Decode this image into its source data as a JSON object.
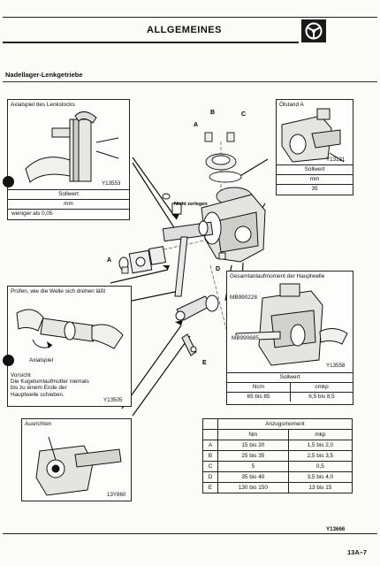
{
  "header": {
    "title": "ALLGEMEINES",
    "section_title": "Nadellager-Lenkgetriebe"
  },
  "box_axial": {
    "title": "Axialspiel des Lenkstocks",
    "figure_code": "Y13553",
    "spec_label": "Sollwert",
    "unit": "mm",
    "value": "weniger als 0,05"
  },
  "box_oil": {
    "title": "Ölstand A",
    "figure_code": "Y13131",
    "spec_label": "Sollwert",
    "unit": "mm",
    "value": "35"
  },
  "box_check": {
    "title": "Prüfen, wie die Welle sich drehen läßt",
    "label_axial": "Axialspiel",
    "caution_title": "Vorsicht",
    "caution_text": "Die Kugelumlaufmutter niemals bis zu einem Ende der Hauptwelle schieben.",
    "figure_code": "Y13505"
  },
  "box_start_torque": {
    "title": "Gesamtanlaufmoment der Hauptwelle",
    "tool_1": "MB990228",
    "tool_2": "MB990685",
    "figure_code": "Y13558",
    "spec_label": "Sollwert",
    "unit_nm": "Ncm",
    "unit_kp": "cmkp",
    "value_nm": "65 bis 85",
    "value_kp": "6,5 bis 8,5"
  },
  "box_align": {
    "title": "Ausrichten",
    "figure_code": "13Y860"
  },
  "torque": {
    "title": "Anzugsmoment",
    "col_nm": "Nm",
    "col_mkp": "mkp",
    "rows": [
      {
        "key": "A",
        "nm": "15 bis 20",
        "mkp": "1,5 bis 2,0"
      },
      {
        "key": "B",
        "nm": "25 bis 35",
        "mkp": "2,5 bis 3,5"
      },
      {
        "key": "C",
        "nm": "5",
        "mkp": "0,5"
      },
      {
        "key": "D",
        "nm": "35 bis 40",
        "mkp": "3,5 bis 4,0"
      },
      {
        "key": "E",
        "nm": "130 bis 150",
        "mkp": "13 bis 15"
      }
    ]
  },
  "diagram": {
    "label_a": "A",
    "label_b": "B",
    "label_c": "C",
    "label_d": "D",
    "label_e": "E",
    "label_a2": "A",
    "nicht_zerlegen": "Nicht zerlegen"
  },
  "footer": {
    "figure_code": "Y13666",
    "page_number": "13A–7"
  }
}
